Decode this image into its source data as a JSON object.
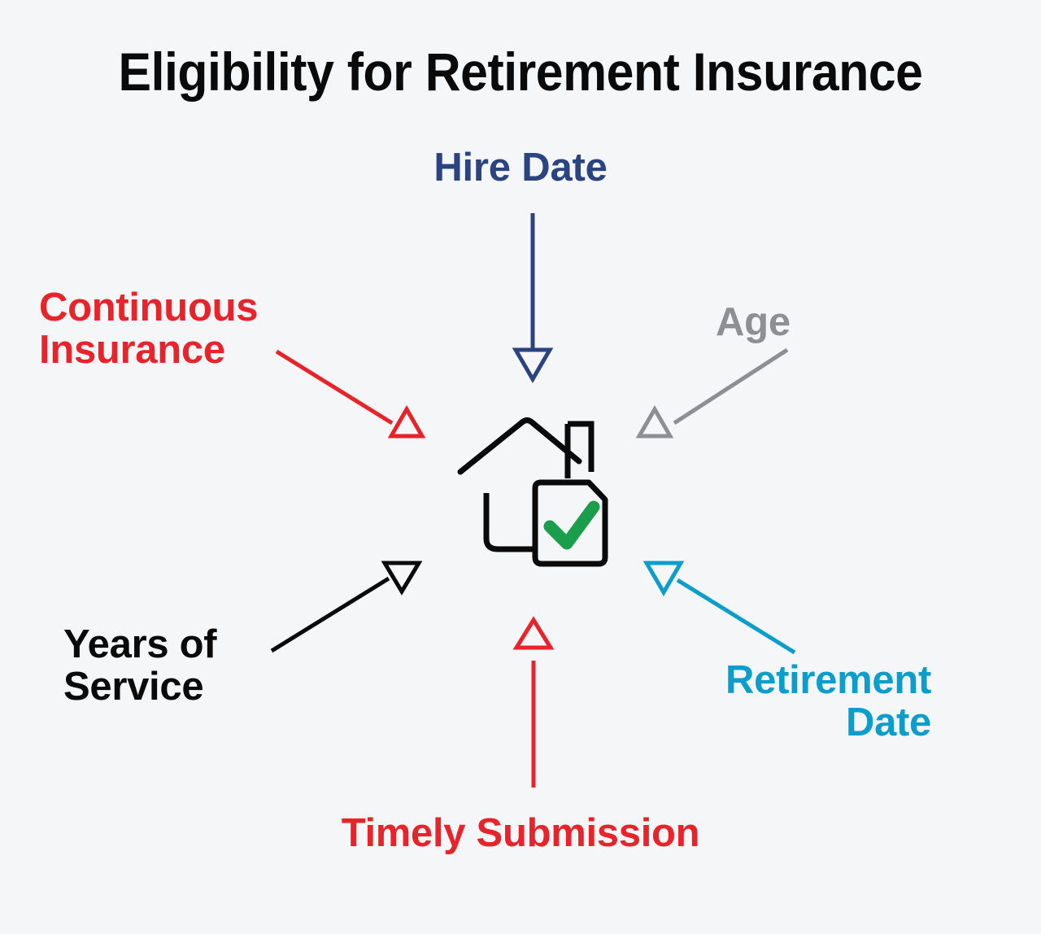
{
  "page": {
    "title": "Eligibility for Retirement Insurance",
    "background_color": "#f4f6f8"
  },
  "center_icon": {
    "name": "house-with-approved-document-icon",
    "house_color": "#0a0a0a",
    "document_color": "#0a0a0a",
    "check_color": "#1a9e4b"
  },
  "nodes": [
    {
      "id": "hire-date",
      "label": "Hire Date",
      "color": "#2b4380",
      "position": "top",
      "marker": "hollow-down-triangle"
    },
    {
      "id": "age",
      "label": "Age",
      "color": "#8d8f92",
      "position": "top-right",
      "marker": "hollow-up-triangle"
    },
    {
      "id": "continuous-insurance",
      "label": "Continuous\nInsurance",
      "color": "#e8232a",
      "position": "top-left",
      "marker": "hollow-up-triangle"
    },
    {
      "id": "years-of-service",
      "label": "Years of\nService",
      "color": "#0a0a0a",
      "position": "bottom-left",
      "marker": "hollow-down-triangle"
    },
    {
      "id": "retirement-date",
      "label": "Retirement\nDate",
      "color": "#0b9dcc",
      "position": "bottom-right",
      "marker": "hollow-down-triangle"
    },
    {
      "id": "timely-submission",
      "label": "Timely Submission",
      "color": "#e8232a",
      "position": "bottom",
      "marker": "hollow-up-triangle"
    }
  ],
  "colors": {
    "navy": "#2b4380",
    "red": "#e8232a",
    "cyan": "#0b9dcc",
    "gray": "#8d8f92",
    "black": "#0a0a0a",
    "green": "#1a9e4b",
    "background": "#f4f6f8"
  }
}
